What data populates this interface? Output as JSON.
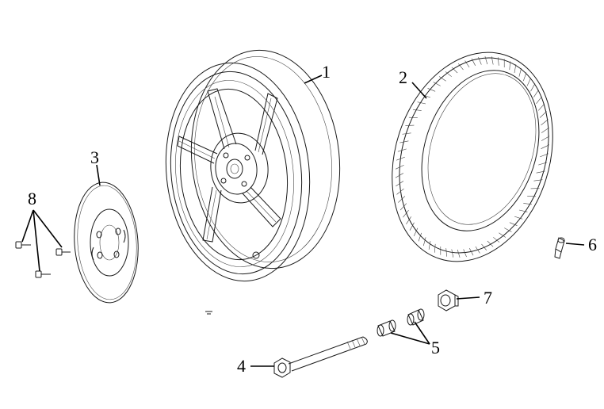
{
  "diagram": {
    "callouts": [
      {
        "id": "wheel-rim",
        "label": "1"
      },
      {
        "id": "tire",
        "label": "2"
      },
      {
        "id": "brake-disc",
        "label": "3"
      },
      {
        "id": "axle-bolt",
        "label": "4"
      },
      {
        "id": "spacer-bushing",
        "label": "5"
      },
      {
        "id": "valve-stem",
        "label": "6"
      },
      {
        "id": "axle-nut",
        "label": "7"
      },
      {
        "id": "disc-screw",
        "label": "8"
      }
    ]
  }
}
